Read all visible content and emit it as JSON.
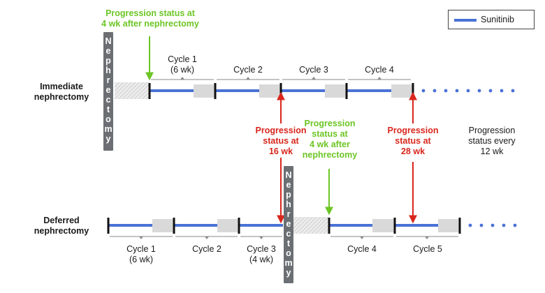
{
  "legend": {
    "label": "Sunitinib",
    "color": "#4a72d6"
  },
  "rows": {
    "immediate": "Immediate\nnephrectomy",
    "deferred": "Deferred\nnephrectomy"
  },
  "nephrectomy_label": "Nephrectomy",
  "immediate_cycles": [
    "Cycle 1\n(6 wk)",
    "Cycle 2",
    "Cycle 3",
    "Cycle 4"
  ],
  "deferred_cycles": [
    "Cycle 1\n(6 wk)",
    "Cycle 2",
    "Cycle 3\n(4 wk)",
    "Cycle 4",
    "Cycle 5"
  ],
  "annotations": {
    "green_immediate": "Progression status at\n4 wk after nephrectomy",
    "green_deferred": "Progression\nstatus at\n4 wk after\nnephrectomy",
    "red_16": "Progression\nstatus at\n16 wk",
    "red_28": "Progression\nstatus at\n28 wk",
    "every_12": "Progression\nstatus every\n12 wk"
  },
  "colors": {
    "sunitinib": "#4a72d6",
    "green": "#6cc524",
    "red": "#d9261c",
    "pause": "#d9d9d9",
    "nephrectomy": "#6b6f73"
  }
}
